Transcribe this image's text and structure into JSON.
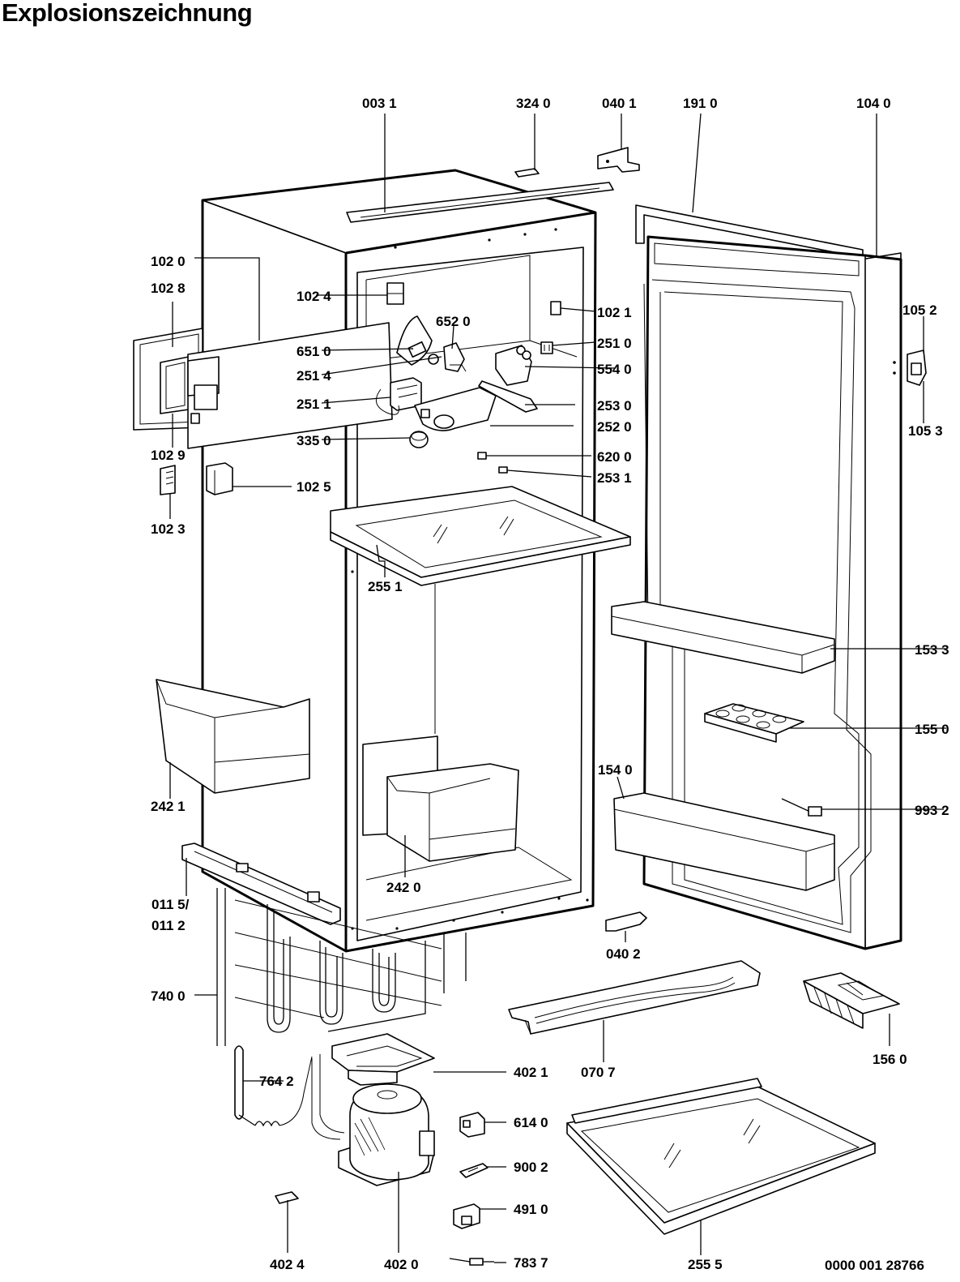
{
  "title": "Explosionszeichnung",
  "document_number": "0000 001 28766",
  "parts": [
    {
      "id": "003_1",
      "label": "003 1"
    },
    {
      "id": "324_0",
      "label": "324 0"
    },
    {
      "id": "040_1",
      "label": "040 1"
    },
    {
      "id": "191_0",
      "label": "191 0"
    },
    {
      "id": "104_0",
      "label": "104 0"
    },
    {
      "id": "102_0",
      "label": "102 0"
    },
    {
      "id": "102_8",
      "label": "102 8"
    },
    {
      "id": "102_4",
      "label": "102 4"
    },
    {
      "id": "102_1",
      "label": "102 1"
    },
    {
      "id": "105_2",
      "label": "105 2"
    },
    {
      "id": "652_0",
      "label": "652 0"
    },
    {
      "id": "651_0",
      "label": "651 0"
    },
    {
      "id": "251_0",
      "label": "251 0"
    },
    {
      "id": "251_4",
      "label": "251 4"
    },
    {
      "id": "554_0",
      "label": "554 0"
    },
    {
      "id": "251_1",
      "label": "251 1"
    },
    {
      "id": "253_0",
      "label": "253 0"
    },
    {
      "id": "252_0",
      "label": "252 0"
    },
    {
      "id": "105_3",
      "label": "105 3"
    },
    {
      "id": "335_0",
      "label": "335 0"
    },
    {
      "id": "102_9",
      "label": "102 9"
    },
    {
      "id": "620_0",
      "label": "620 0"
    },
    {
      "id": "253_1",
      "label": "253 1"
    },
    {
      "id": "102_5",
      "label": "102 5"
    },
    {
      "id": "102_3",
      "label": "102 3"
    },
    {
      "id": "255_1",
      "label": "255 1"
    },
    {
      "id": "153_3",
      "label": "153 3"
    },
    {
      "id": "155_0",
      "label": "155 0"
    },
    {
      "id": "154_0",
      "label": "154 0"
    },
    {
      "id": "242_1",
      "label": "242 1"
    },
    {
      "id": "993_2",
      "label": "993 2"
    },
    {
      "id": "242_0",
      "label": "242 0"
    },
    {
      "id": "011_5",
      "label": "011 5/"
    },
    {
      "id": "011_2",
      "label": "011 2"
    },
    {
      "id": "040_2",
      "label": "040 2"
    },
    {
      "id": "740_0",
      "label": "740 0"
    },
    {
      "id": "156_0",
      "label": "156 0"
    },
    {
      "id": "764_2",
      "label": "764 2"
    },
    {
      "id": "402_1",
      "label": "402 1"
    },
    {
      "id": "070_7",
      "label": "070 7"
    },
    {
      "id": "614_0",
      "label": "614 0"
    },
    {
      "id": "900_2",
      "label": "900 2"
    },
    {
      "id": "491_0",
      "label": "491 0"
    },
    {
      "id": "402_4",
      "label": "402 4"
    },
    {
      "id": "402_0",
      "label": "402 0"
    },
    {
      "id": "783_7",
      "label": "783 7"
    },
    {
      "id": "255_5",
      "label": "255 5"
    }
  ]
}
